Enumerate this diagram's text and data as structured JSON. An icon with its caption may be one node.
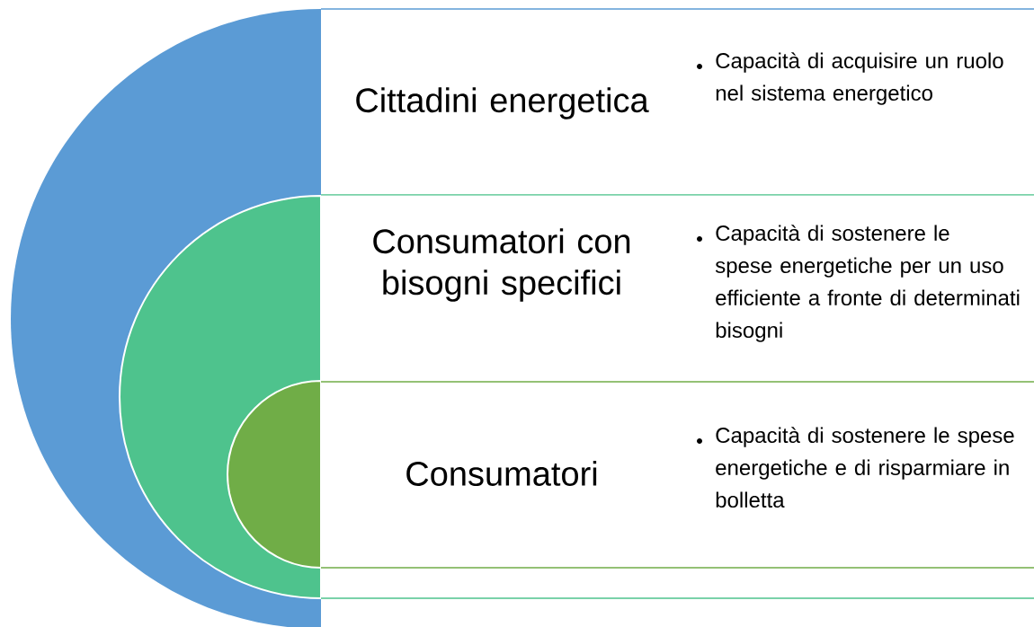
{
  "diagram": {
    "nodes": [
      {
        "text": [
          "Cittadini energetica",
          "Capacità di acquisire un ruolo nel sistema energetico"
        ]
      },
      {
        "text": [
          "Consumatori con bisogni specifici",
          "Capacità di sostenere le spese energetiche per un uso efficiente a fronte di determinati bisogni"
        ],
        "in": 0
      },
      {
        "text": [
          "Consumatori",
          "Capacità di sostenere le spese energetiche e di risparmiare in bolletta"
        ],
        "in": 1
      }
    ]
  }
}
